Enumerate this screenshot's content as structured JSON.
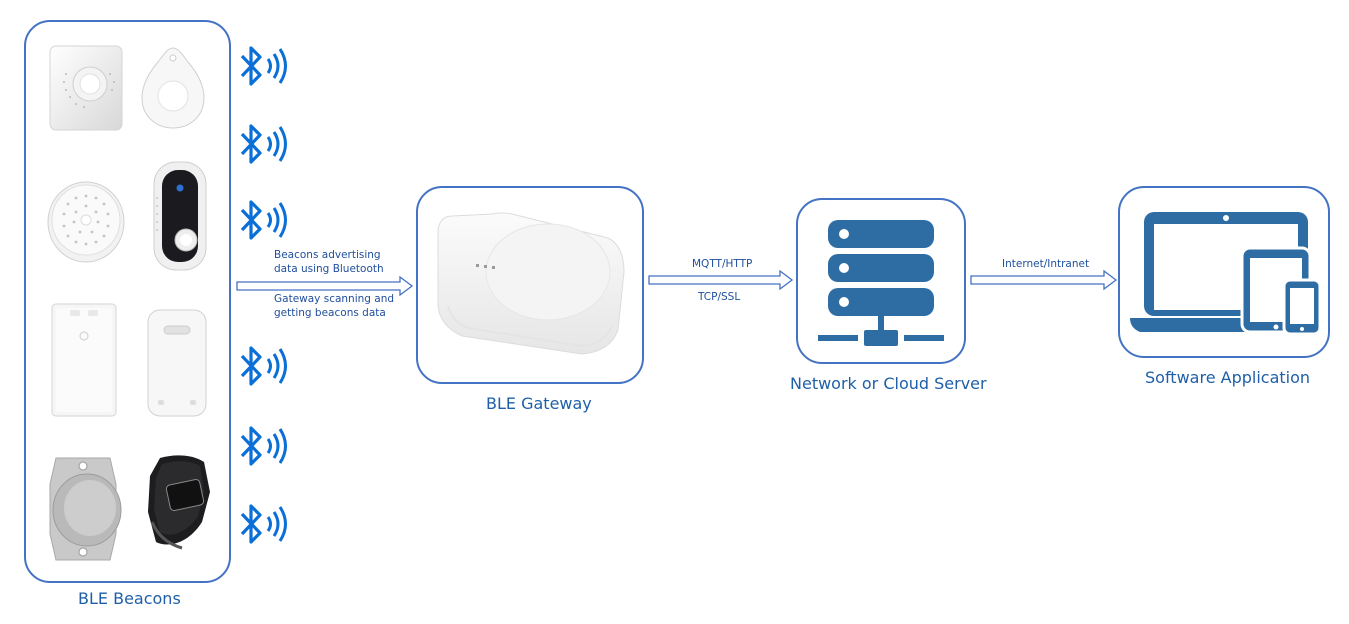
{
  "beacons": {
    "label": "BLE Beacons",
    "device_count": 8
  },
  "bluetooth": {
    "icon": "bluetooth-signal-icon",
    "count": 6,
    "color": "#0a6fd6"
  },
  "link_beacon_gateway": {
    "line1": "Beacons advertising",
    "line2": "data using Bluetooth",
    "line3": "Gateway scanning and",
    "line4": "getting beacons data"
  },
  "gateway": {
    "label": "BLE Gateway"
  },
  "link_gateway_server": {
    "top": "MQTT/HTTP",
    "bottom": "TCP/SSL"
  },
  "server": {
    "label": "Network or Cloud Server",
    "icon": "server-rack-icon",
    "color": "#2e6da4"
  },
  "link_server_app": {
    "top": "Internet/Intranet"
  },
  "app": {
    "label": "Software Application",
    "icon": "devices-icon",
    "color": "#2e6da4"
  },
  "colors": {
    "border": "#4472c4",
    "text": "#1f5fa8"
  }
}
